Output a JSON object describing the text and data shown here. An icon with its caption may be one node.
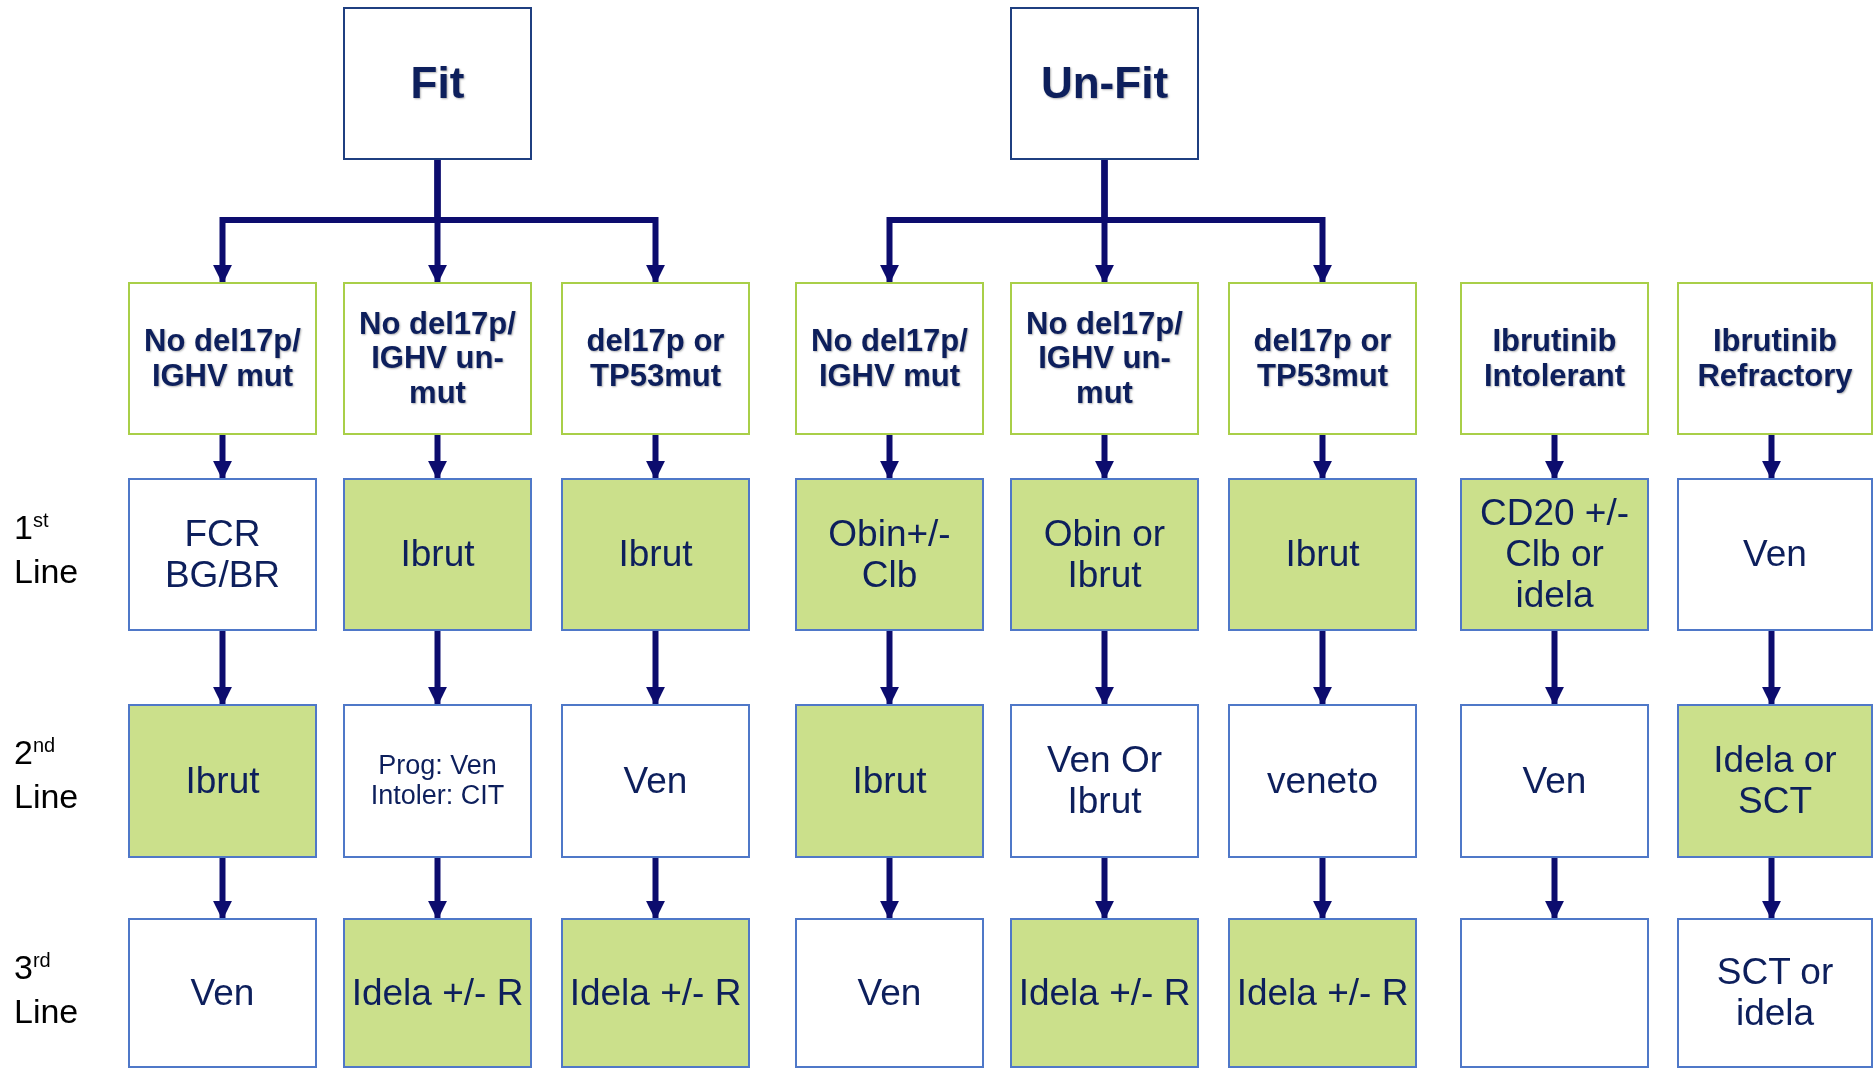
{
  "diagram": {
    "nodes": [
      {
        "text": [
          "Fit"
        ]
      },
      {
        "text": [
          "Un-Fit"
        ]
      },
      {
        "text": [
          "No del17p/ IGHV mut"
        ]
      },
      {
        "text": [
          "No del17p/ IGHV un-mut"
        ]
      },
      {
        "text": [
          "del17p or TP53mut"
        ]
      },
      {
        "text": [
          "No del17p/ IGHV mut"
        ]
      },
      {
        "text": [
          "No del17p/ IGHV un-mut"
        ]
      },
      {
        "text": [
          "del17p or TP53mut"
        ]
      },
      {
        "text": [
          "Ibrutinib Intolerant"
        ]
      },
      {
        "text": [
          "Ibrutinib Refractory"
        ]
      },
      {
        "text": [
          "FCR BG/BR"
        ]
      },
      {
        "text": [
          "Ibrut"
        ]
      },
      {
        "text": [
          "Ibrut"
        ]
      },
      {
        "text": [
          "Obin+/- Clb"
        ]
      },
      {
        "text": [
          "Obin or Ibrut"
        ]
      },
      {
        "text": [
          "Ibrut"
        ]
      },
      {
        "text": [
          "CD20 +/- Clb or idela"
        ]
      },
      {
        "text": [
          "Ven"
        ]
      },
      {
        "text": [
          "Ibrut"
        ]
      },
      {
        "text": [
          "Prog: Ven Intoler: CIT"
        ]
      },
      {
        "text": [
          "Ven"
        ]
      },
      {
        "text": [
          "Ibrut"
        ]
      },
      {
        "text": [
          "Ven Or Ibrut"
        ]
      },
      {
        "text": [
          "veneto"
        ]
      },
      {
        "text": [
          "Ven"
        ]
      },
      {
        "text": [
          "Idela or SCT"
        ]
      },
      {
        "text": [
          "Ven"
        ]
      },
      {
        "text": [
          "Idela +/- R"
        ]
      },
      {
        "text": [
          "Idela +/- R"
        ]
      },
      {
        "text": [
          "Ven"
        ]
      },
      {
        "text": [
          "Idela +/- R"
        ]
      },
      {
        "text": [
          "Idela +/- R"
        ]
      },
      {
        "text": [],
        "shape": "box"
      },
      {
        "text": [
          "SCT or idela"
        ]
      }
    ],
    "edges": [
      {
        "from": 0,
        "to": 2,
        "arrow": "to"
      },
      {
        "from": 0,
        "to": 3,
        "arrow": "to"
      },
      {
        "from": 0,
        "to": 4,
        "arrow": "to"
      },
      {
        "from": 1,
        "to": 5,
        "arrow": "to"
      },
      {
        "from": 1,
        "to": 6,
        "arrow": "to"
      },
      {
        "from": 1,
        "to": 7,
        "arrow": "to"
      },
      {
        "from": 2,
        "to": 10,
        "arrow": "to"
      },
      {
        "from": 3,
        "to": 11,
        "arrow": "to"
      },
      {
        "from": 4,
        "to": 12,
        "arrow": "to"
      },
      {
        "from": 5,
        "to": 13,
        "arrow": "to"
      },
      {
        "from": 6,
        "to": 14,
        "arrow": "to"
      },
      {
        "from": 7,
        "to": 15,
        "arrow": "to"
      },
      {
        "from": 8,
        "to": 16,
        "arrow": "to"
      },
      {
        "from": 9,
        "to": 17,
        "arrow": "to"
      },
      {
        "from": 10,
        "to": 18,
        "arrow": "to"
      },
      {
        "from": 11,
        "to": 19,
        "arrow": "to"
      },
      {
        "from": 12,
        "to": 20,
        "arrow": "to"
      },
      {
        "from": 13,
        "to": 21,
        "arrow": "to"
      },
      {
        "from": 14,
        "to": 22,
        "arrow": "to"
      },
      {
        "from": 15,
        "to": 23,
        "arrow": "to"
      },
      {
        "from": 16,
        "to": 24,
        "arrow": "to"
      },
      {
        "from": 17,
        "to": 25,
        "arrow": "to"
      },
      {
        "from": 18,
        "to": 26,
        "arrow": "to"
      },
      {
        "from": 19,
        "to": 27,
        "arrow": "to"
      },
      {
        "from": 20,
        "to": 28,
        "arrow": "to"
      },
      {
        "from": 21,
        "to": 29,
        "arrow": "to"
      },
      {
        "from": 22,
        "to": 30,
        "arrow": "to"
      },
      {
        "from": 23,
        "to": 31,
        "arrow": "to"
      },
      {
        "from": 24,
        "to": 32,
        "arrow": "to"
      },
      {
        "from": 25,
        "to": 33,
        "arrow": "to"
      }
    ],
    "labels": [
      "1$^{st}$ Line",
      "2$^{nd}$ Line",
      "3$^{rd}$ Line"
    ]
  }
}
